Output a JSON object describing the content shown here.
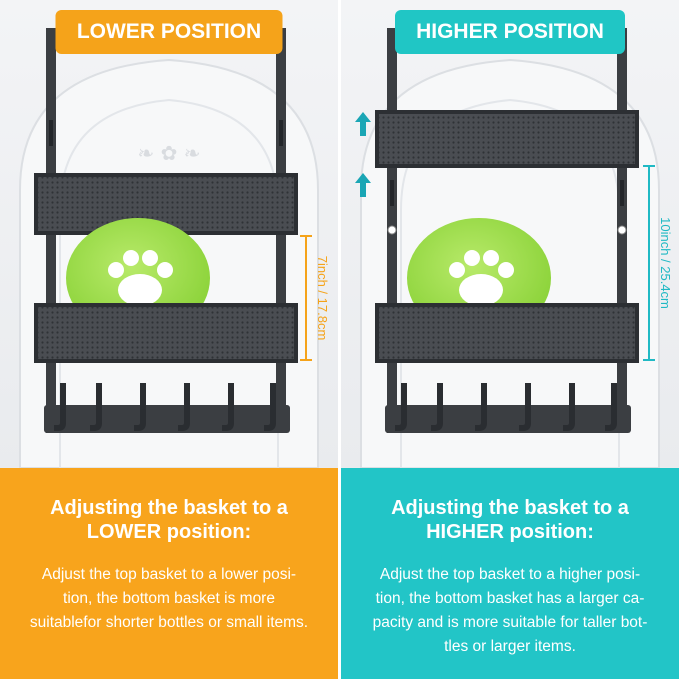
{
  "left": {
    "badge": "LOWER POSITION",
    "heading_line1": "Adjusting the basket to a",
    "heading_line2": "LOWER position:",
    "body_lines": [
      "Adjust the top basket to a lower posi-",
      "tion, the bottom basket is more",
      "suitablefor shorter bottles or small items."
    ],
    "measurement": "7inch / 17.8cm",
    "colors": {
      "accent": "#f8a41c",
      "measure": "#f5a31a"
    }
  },
  "right": {
    "badge": "HIGHER POSITION",
    "heading_line1": "Adjusting the basket to a",
    "heading_line2": "HIGHER position:",
    "body_lines": [
      "Adjust the top basket to a higher posi-",
      "tion, the bottom basket has a larger ca-",
      "pacity and is more suitable for taller bot-",
      "tles or larger items."
    ],
    "measurement": "10inch / 25.4cm",
    "colors": {
      "accent": "#22c5c7",
      "measure": "#20b9c4"
    }
  },
  "icons": [
    "up-arrow-icon",
    "paw-print-icon",
    "hook-icon",
    "mesh-basket"
  ]
}
